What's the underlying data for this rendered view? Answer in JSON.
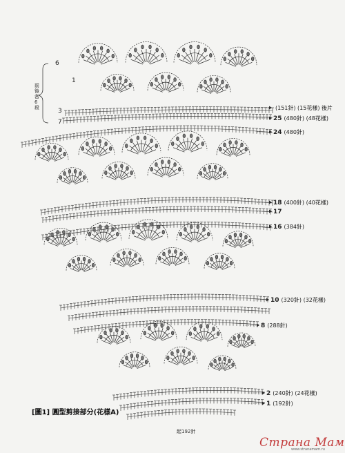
{
  "row_labels": [
    {
      "row": "",
      "note": "(151針) (15花樣) 後片"
    },
    {
      "row": "25",
      "note": "(480針) (48花樣)"
    },
    {
      "row": "24",
      "note": "(480針)"
    },
    {
      "row": "18",
      "note": "(400針) (40花樣)"
    },
    {
      "row": "17",
      "note": ""
    },
    {
      "row": "16",
      "note": "(384針)"
    },
    {
      "row": "10",
      "note": "(320針) (32花樣)"
    },
    {
      "row": "8",
      "note": "(288針)"
    },
    {
      "row": "2",
      "note": "(240針) (24花樣)"
    },
    {
      "row": "1",
      "note": "(192針)"
    }
  ],
  "left_labels": {
    "six": "6",
    "one": "1",
    "three": "3",
    "seven": "7"
  },
  "vertical_label": "前後各6段",
  "caption": "[圖1] 圓型剪接部分(花樣A)",
  "start_label": "起192針",
  "watermark": "Страна Мам",
  "watermark_url": "www.stranamam.ru"
}
